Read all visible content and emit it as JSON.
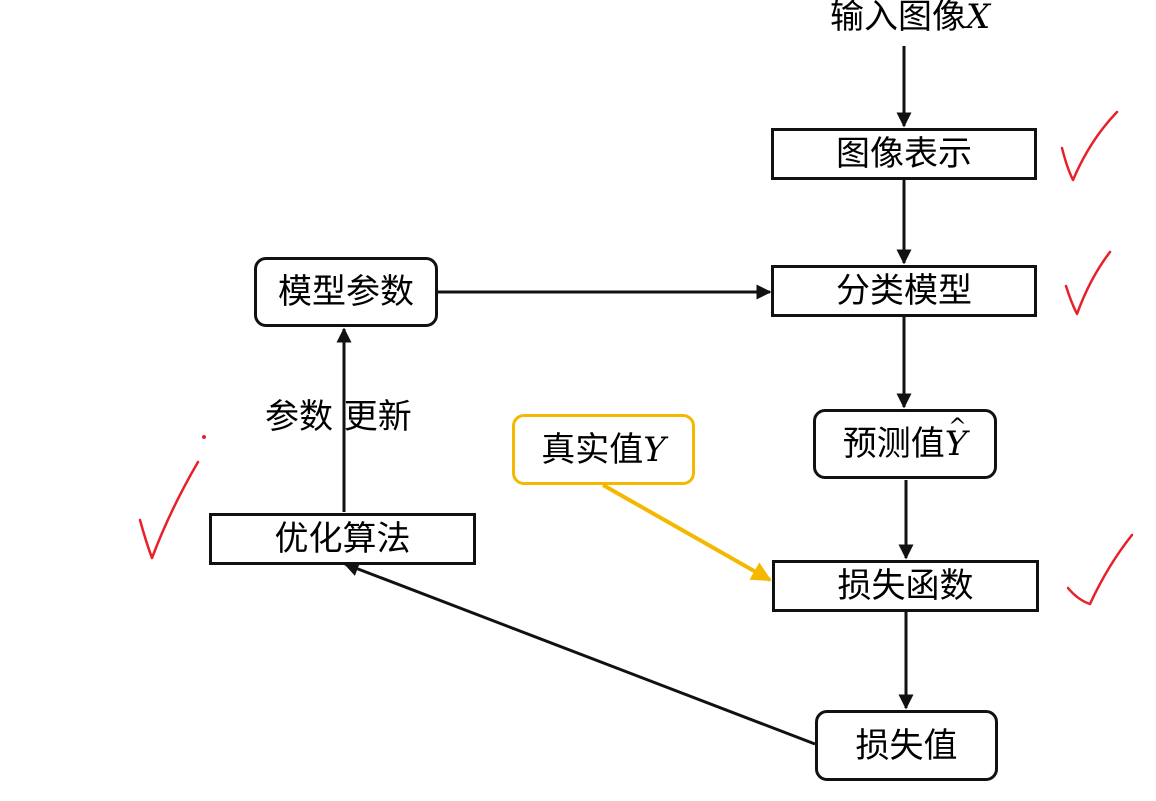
{
  "nodes": {
    "input": {
      "text": "输入图像",
      "var": "X"
    },
    "image_repr": {
      "text": "图像表示"
    },
    "classifier": {
      "text": "分类模型"
    },
    "model_params": {
      "text": "模型参数"
    },
    "prediction": {
      "text": "预测值",
      "var": "Y",
      "var_mark": "^"
    },
    "ground_truth": {
      "text": "真实值",
      "var": "Y"
    },
    "loss_fn": {
      "text": "损失函数"
    },
    "optimizer": {
      "text": "优化算法"
    },
    "loss_value": {
      "text": "损失值"
    }
  },
  "edge_labels": {
    "param_update": "参数 更新"
  },
  "colors": {
    "stroke": "#111111",
    "highlight": "#F5B800",
    "annotation": "#E8202A"
  }
}
